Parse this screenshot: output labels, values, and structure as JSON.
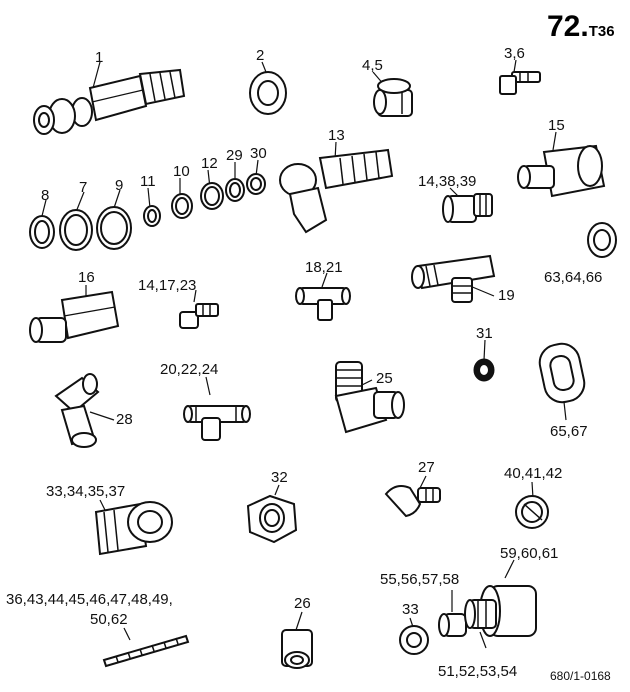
{
  "header": {
    "page_number": "72.",
    "suffix": "T36"
  },
  "footer": {
    "reference": "680/1-0168"
  },
  "labels": [
    "1",
    "2",
    "4,5",
    "3,6",
    "13",
    "15",
    "8",
    "7",
    "9",
    "11",
    "10",
    "12",
    "29",
    "30",
    "14,38,39",
    "63,64,66",
    "16",
    "14,17,23",
    "18,21",
    "19",
    "31",
    "20,22,24",
    "25",
    "28",
    "65,67",
    "33,34,35,37",
    "32",
    "27",
    "40,41,42",
    "36,43,44,45,46,47,48,49,",
    "50,62",
    "26",
    "55,56,57,58",
    "59,60,61",
    "33",
    "51,52,53,54"
  ]
}
